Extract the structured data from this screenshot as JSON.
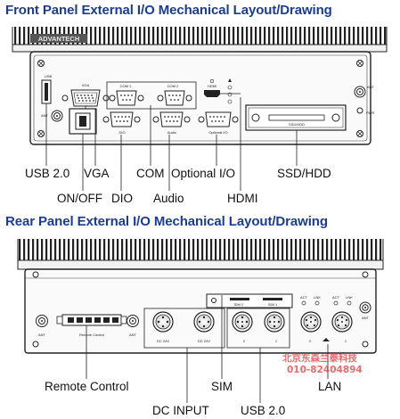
{
  "front": {
    "title": "Front Panel External I/O Mechanical Layout/Drawing",
    "logo": "ADVANTECH",
    "labels": {
      "usb": "USB 2.0",
      "vga": "VGA",
      "com": "COM",
      "optional_io": "Optional I/O",
      "ssd_hdd": "SSD/HDD",
      "on_off": "ON/OFF",
      "dio": "DIO",
      "audio": "Audio",
      "hdmi": "HDMI"
    },
    "ports": {
      "usb": "USB",
      "ant_l": "ANT",
      "vga": "VGA",
      "com1": "COM 1",
      "com2": "COM 2",
      "hdmi": "HDMI",
      "dio": "DIO",
      "audio": "Audio",
      "optional": "Optional I/O",
      "ssd": "SSD/HDD",
      "ant_r": "ANT",
      "pwr": "PWR"
    }
  },
  "rear": {
    "title": "Rear Panel External I/O Mechanical Layout/Drawing",
    "labels": {
      "remote": "Remote Control",
      "sim": "SIM",
      "lan": "LAN",
      "dc_input": "DC INPUT",
      "usb": "USB 2.0"
    },
    "ports": {
      "ant1": "ANT",
      "remote": "Remote Control",
      "ant2": "ANT",
      "dc1": "DC 24V",
      "dc2": "DC 24V",
      "sim2": "SIM 2",
      "sim1": "SIM 1",
      "usb2": "2",
      "usb1": "1",
      "act1": "ACT",
      "lnk1": "LNK",
      "act2": "ACT",
      "lnk2": "LNK",
      "lan2": "2",
      "lan1": "1",
      "ant3": "ANT"
    }
  },
  "watermark": {
    "line1": "北京东森兰泰科技",
    "line2": "010-82404894"
  }
}
